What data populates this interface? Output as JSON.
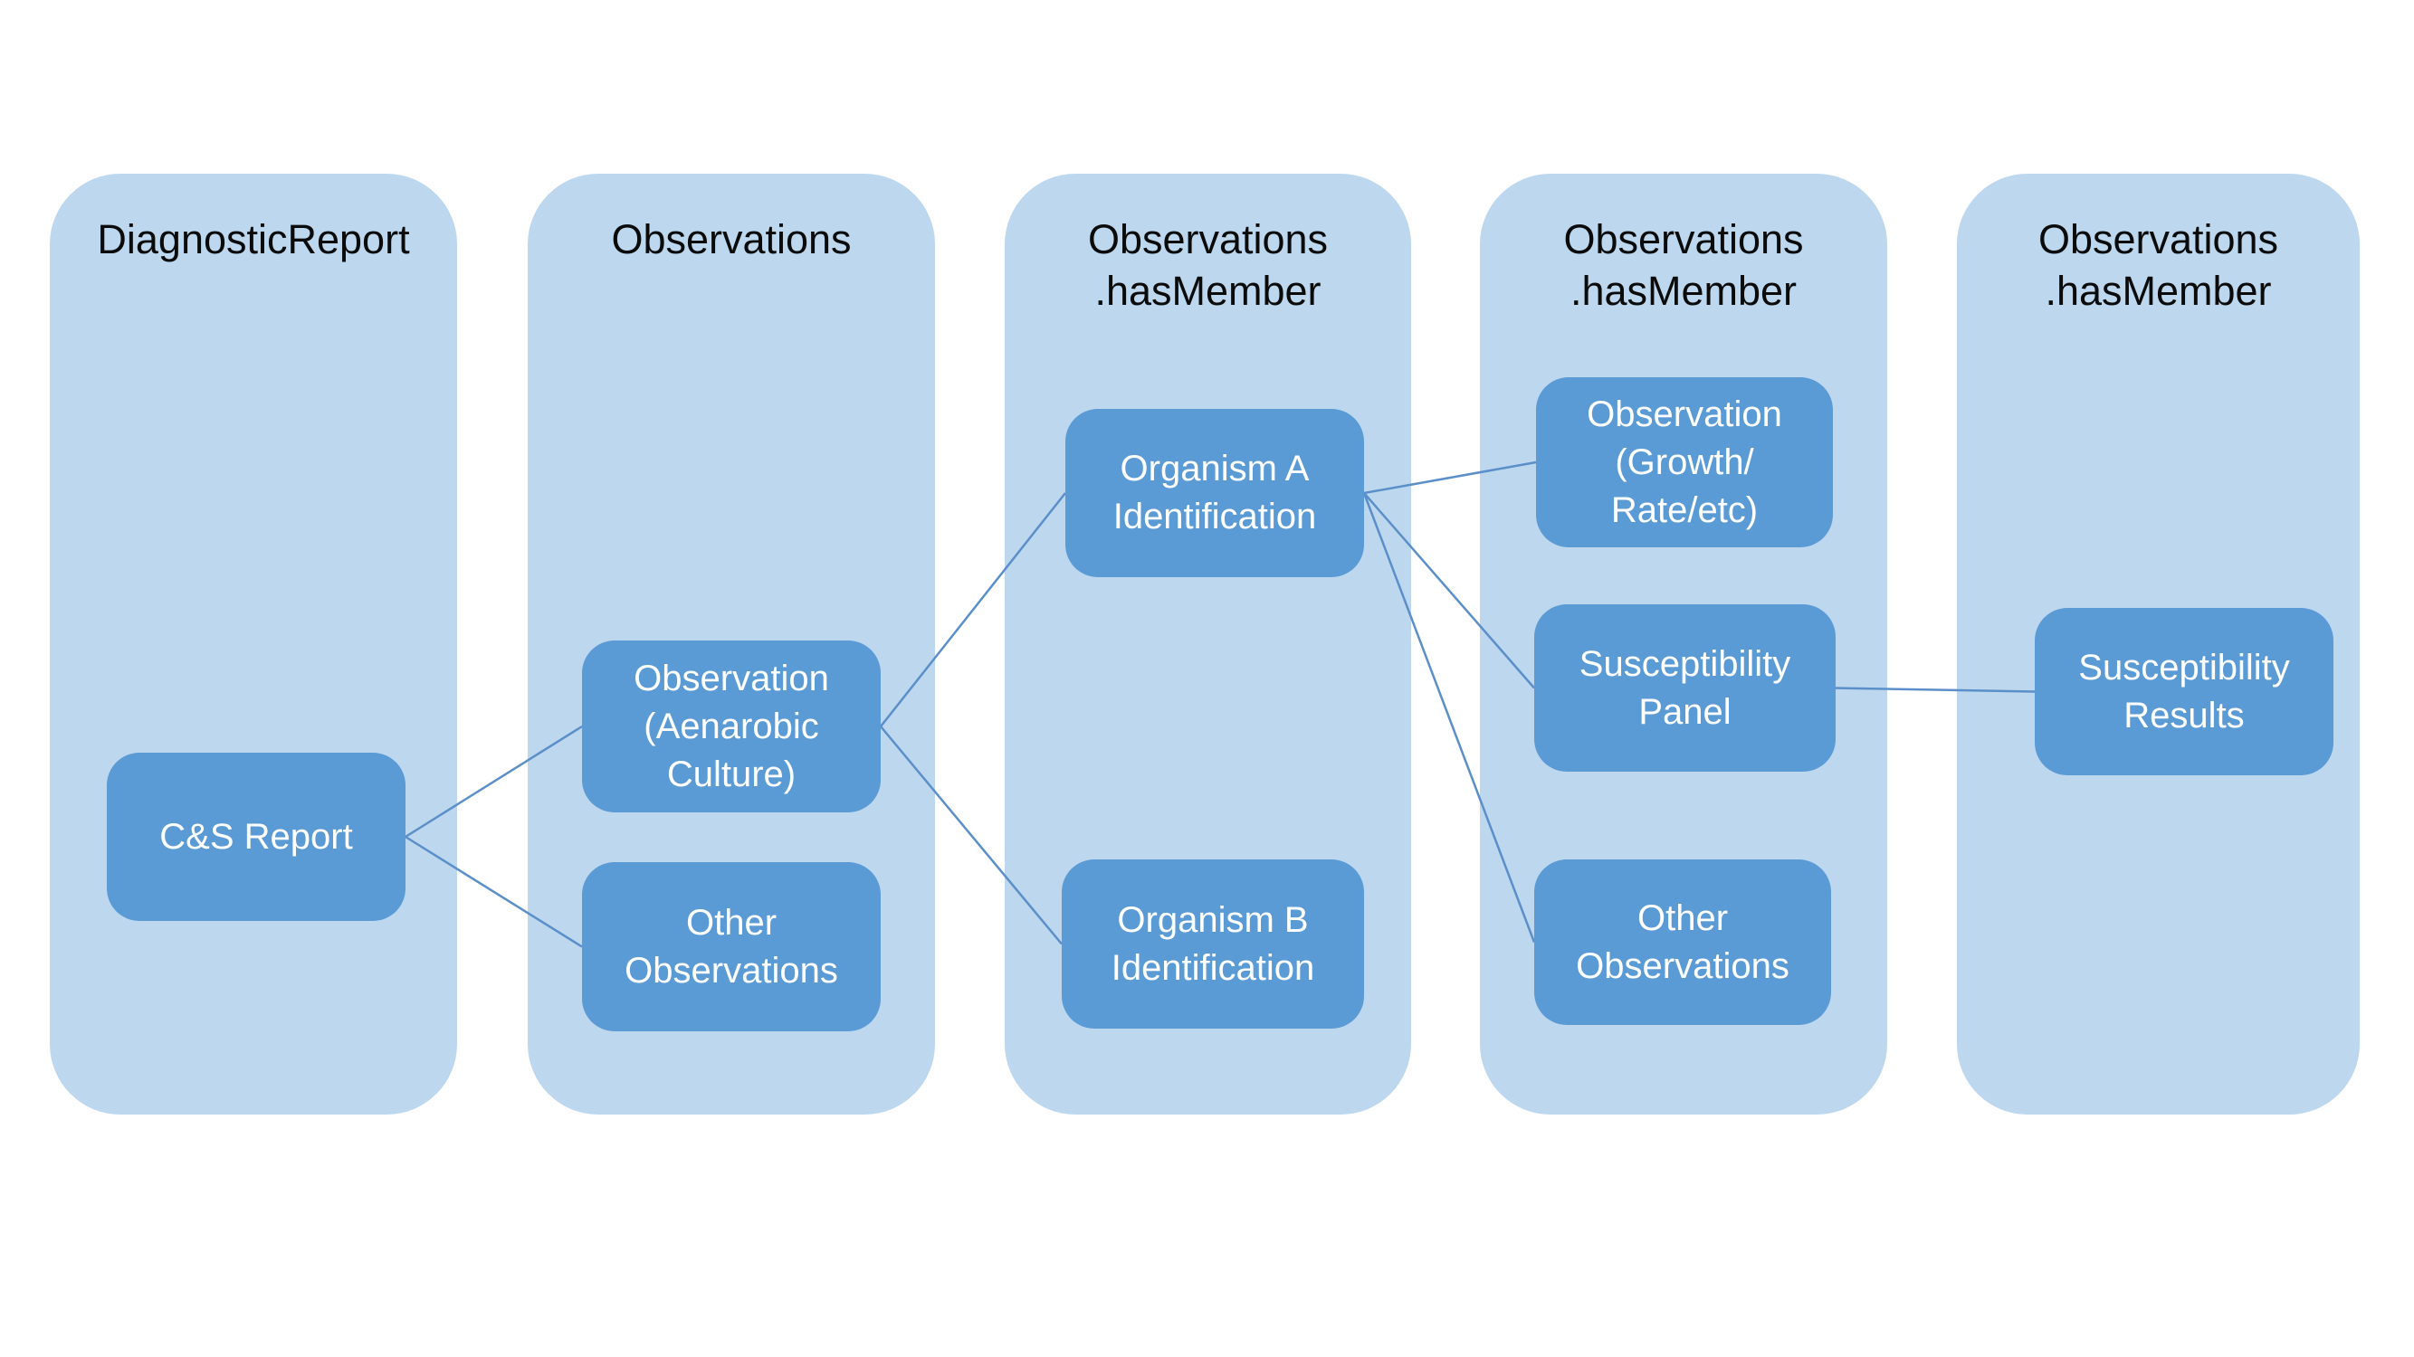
{
  "diagram": {
    "colors": {
      "column_fill": "#BDD7EE",
      "node_fill": "#5B9BD5",
      "connector": "#5B8FC9",
      "header_text": "#0b0b0b",
      "node_text": "#ffffff",
      "background": "#ffffff"
    },
    "columns": [
      {
        "id": "diagnostic-report",
        "header": "DiagnosticReport"
      },
      {
        "id": "observations",
        "header": "Observations"
      },
      {
        "id": "observations-hasmember-1",
        "header": "Observations\n.hasMember"
      },
      {
        "id": "observations-hasmember-2",
        "header": "Observations\n.hasMember"
      },
      {
        "id": "observations-hasmember-3",
        "header": "Observations\n.hasMember"
      }
    ],
    "nodes": [
      {
        "id": "cs-report",
        "column": "diagnostic-report",
        "label": "C&S Report"
      },
      {
        "id": "observation-aenarobic-culture",
        "column": "observations",
        "label": "Observation\n(Aenarobic\nCulture)"
      },
      {
        "id": "other-observations-1",
        "column": "observations",
        "label": "Other\nObservations"
      },
      {
        "id": "organism-a-identification",
        "column": "observations-hasmember-1",
        "label": "Organism A\nIdentification"
      },
      {
        "id": "organism-b-identification",
        "column": "observations-hasmember-1",
        "label": "Organism B\nIdentification"
      },
      {
        "id": "observation-growth-rate-etc",
        "column": "observations-hasmember-2",
        "label": "Observation\n(Growth/\nRate/etc)"
      },
      {
        "id": "susceptibility-panel",
        "column": "observations-hasmember-2",
        "label": "Susceptibility\nPanel"
      },
      {
        "id": "other-observations-2",
        "column": "observations-hasmember-2",
        "label": "Other\nObservations"
      },
      {
        "id": "susceptibility-results",
        "column": "observations-hasmember-3",
        "label": "Susceptibility\nResults"
      }
    ],
    "connections": [
      {
        "from": "cs-report",
        "to": "observation-aenarobic-culture"
      },
      {
        "from": "cs-report",
        "to": "other-observations-1"
      },
      {
        "from": "observation-aenarobic-culture",
        "to": "organism-a-identification"
      },
      {
        "from": "observation-aenarobic-culture",
        "to": "organism-b-identification"
      },
      {
        "from": "organism-a-identification",
        "to": "observation-growth-rate-etc"
      },
      {
        "from": "organism-a-identification",
        "to": "susceptibility-panel"
      },
      {
        "from": "organism-a-identification",
        "to": "other-observations-2"
      },
      {
        "from": "susceptibility-panel",
        "to": "susceptibility-results"
      }
    ]
  }
}
